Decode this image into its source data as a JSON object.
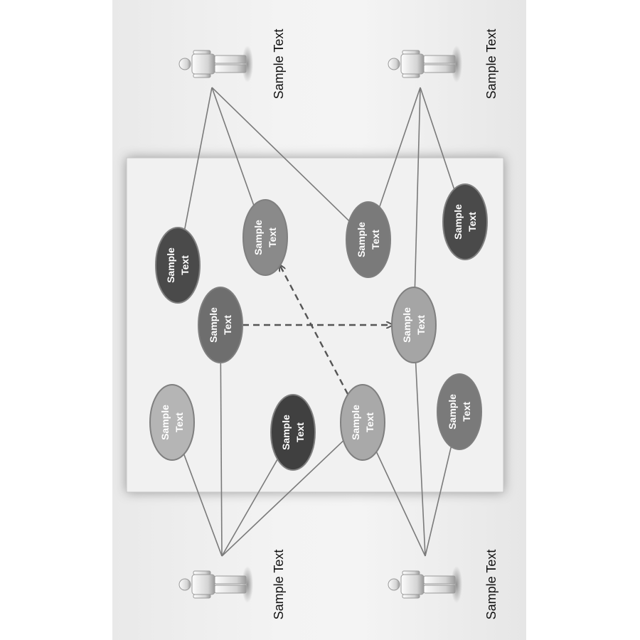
{
  "actors": [
    {
      "id": "actor-top-left",
      "label": "Sample Text"
    },
    {
      "id": "actor-top-right",
      "label": "Sample Text"
    },
    {
      "id": "actor-bottom-left",
      "label": "Sample Text"
    },
    {
      "id": "actor-bottom-right",
      "label": "Sample Text"
    }
  ],
  "nodes": [
    {
      "id": "n1",
      "line1": "Sample",
      "line2": "Text",
      "color": "#4a4a4a"
    },
    {
      "id": "n2",
      "line1": "Sample",
      "line2": "Text",
      "color": "#8a8a8a"
    },
    {
      "id": "n3",
      "line1": "Sample",
      "line2": "Text",
      "color": "#7a7a7a"
    },
    {
      "id": "n4",
      "line1": "Sample",
      "line2": "Text",
      "color": "#4a4a4a"
    },
    {
      "id": "n5",
      "line1": "Sample",
      "line2": "Text",
      "color": "#6e6e6e"
    },
    {
      "id": "n6",
      "line1": "Sample",
      "line2": "Text",
      "color": "#a5a5a5"
    },
    {
      "id": "n7",
      "line1": "Sample",
      "line2": "Text",
      "color": "#b5b5b5"
    },
    {
      "id": "n8",
      "line1": "Sample",
      "line2": "Text",
      "color": "#404040"
    },
    {
      "id": "n9",
      "line1": "Sample",
      "line2": "Text",
      "color": "#a9a9a9"
    },
    {
      "id": "n10",
      "line1": "Sample",
      "line2": "Text",
      "color": "#7a7a7a"
    }
  ],
  "connections": [
    {
      "from": "actor-top-left",
      "to": "n1"
    },
    {
      "from": "actor-top-left",
      "to": "n2"
    },
    {
      "from": "actor-top-left",
      "to": "n3"
    },
    {
      "from": "actor-top-right",
      "to": "n3"
    },
    {
      "from": "actor-top-right",
      "to": "n6"
    },
    {
      "from": "actor-top-right",
      "to": "n4"
    },
    {
      "from": "actor-bottom-left",
      "to": "n7"
    },
    {
      "from": "actor-bottom-left",
      "to": "n5"
    },
    {
      "from": "actor-bottom-left",
      "to": "n8"
    },
    {
      "from": "actor-bottom-left",
      "to": "n9"
    },
    {
      "from": "actor-bottom-right",
      "to": "n9"
    },
    {
      "from": "actor-bottom-right",
      "to": "n6"
    },
    {
      "from": "actor-bottom-right",
      "to": "n10"
    }
  ],
  "dashed_arrows": [
    {
      "from": "n5",
      "to": "n6"
    },
    {
      "from": "n9",
      "to": "n2"
    }
  ],
  "colors": {
    "line": "#7a7a7a",
    "dashed": "#555555",
    "ellipse_stroke": "#7f7f7f",
    "panel_fill": "#f1f1f1",
    "panel_stroke": "#c8c8c8"
  }
}
